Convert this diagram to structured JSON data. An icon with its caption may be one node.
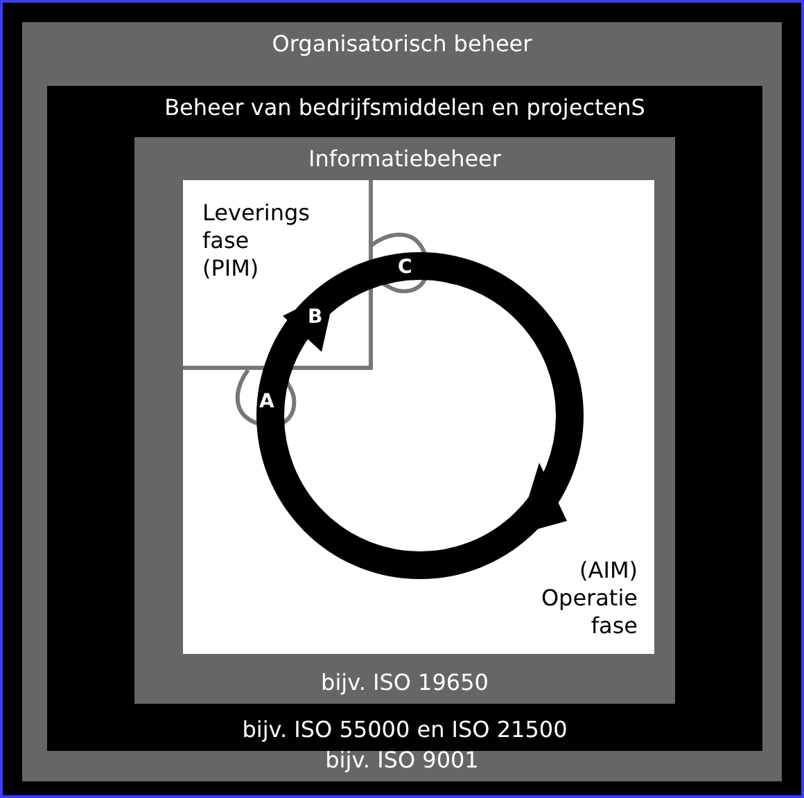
{
  "diagram": {
    "nodes": [
      {
        "text": [
          "Organisatorisch beheer",
          "bijv. ISO 9001"
        ]
      },
      {
        "text": [
          "Beheer van bedrijfsmiddelen en projectenS",
          "bijv. ISO 55000 en ISO 21500"
        ],
        "in": 0
      },
      {
        "text": [
          "Informatiebeheer",
          "bijv. ISO 19650"
        ],
        "in": 1
      },
      {
        "text": [
          "Leverings fase (PIM)"
        ],
        "in": 2
      },
      {
        "text": [
          "(AIM) Operatie fase"
        ],
        "in": 2
      }
    ],
    "labels": [
      "A",
      "B",
      "C"
    ]
  }
}
